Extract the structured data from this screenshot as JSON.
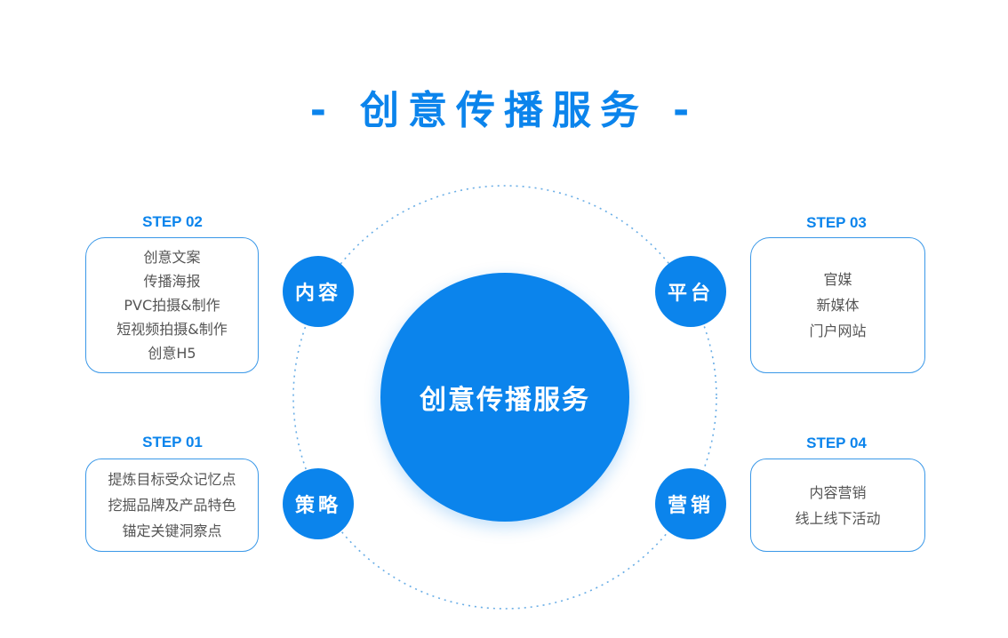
{
  "title": "创意传播服务",
  "title_dash": "-",
  "center": {
    "label": "创意传播服务"
  },
  "nodes": {
    "content": "内容",
    "platform": "平台",
    "strategy": "策略",
    "marketing": "营销"
  },
  "steps": {
    "step01": {
      "label": "STEP 01",
      "items": [
        "提炼目标受众记忆点",
        "挖掘品牌及产品特色",
        "锚定关键洞察点"
      ]
    },
    "step02": {
      "label": "STEP 02",
      "items": [
        "创意文案",
        "传播海报",
        "PVC拍摄&制作",
        "短视频拍摄&制作",
        "创意H5"
      ]
    },
    "step03": {
      "label": "STEP 03",
      "items": [
        "官媒",
        "新媒体",
        "门户网站"
      ]
    },
    "step04": {
      "label": "STEP 04",
      "items": [
        "内容营销",
        "线上线下活动"
      ]
    }
  },
  "colors": {
    "accent": "#0b84ec",
    "border": "#3a98e8",
    "text": "#555555"
  }
}
